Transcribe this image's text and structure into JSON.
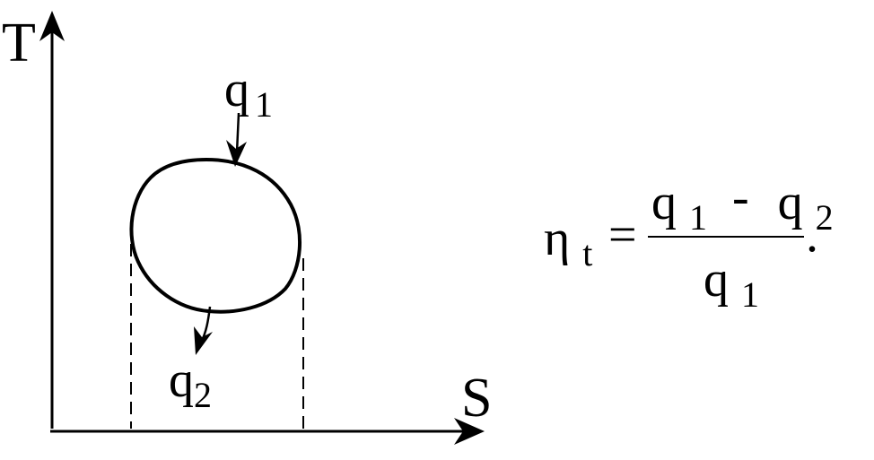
{
  "axes": {
    "y_label": "T",
    "x_label": "S"
  },
  "heat": {
    "in_symbol": "q",
    "in_index": "1",
    "out_symbol": "q",
    "out_index": "2"
  },
  "formula": {
    "eta_symbol": "η",
    "eta_index": "t",
    "equals": "=",
    "num_q1": "q",
    "num_q1_index": "1",
    "minus": "-",
    "num_q2": "q",
    "num_q2_index": "2",
    "den_q1": "q",
    "den_q1_index": "1",
    "period": "."
  },
  "colors": {
    "ink": "#000000",
    "background": "#ffffff"
  }
}
